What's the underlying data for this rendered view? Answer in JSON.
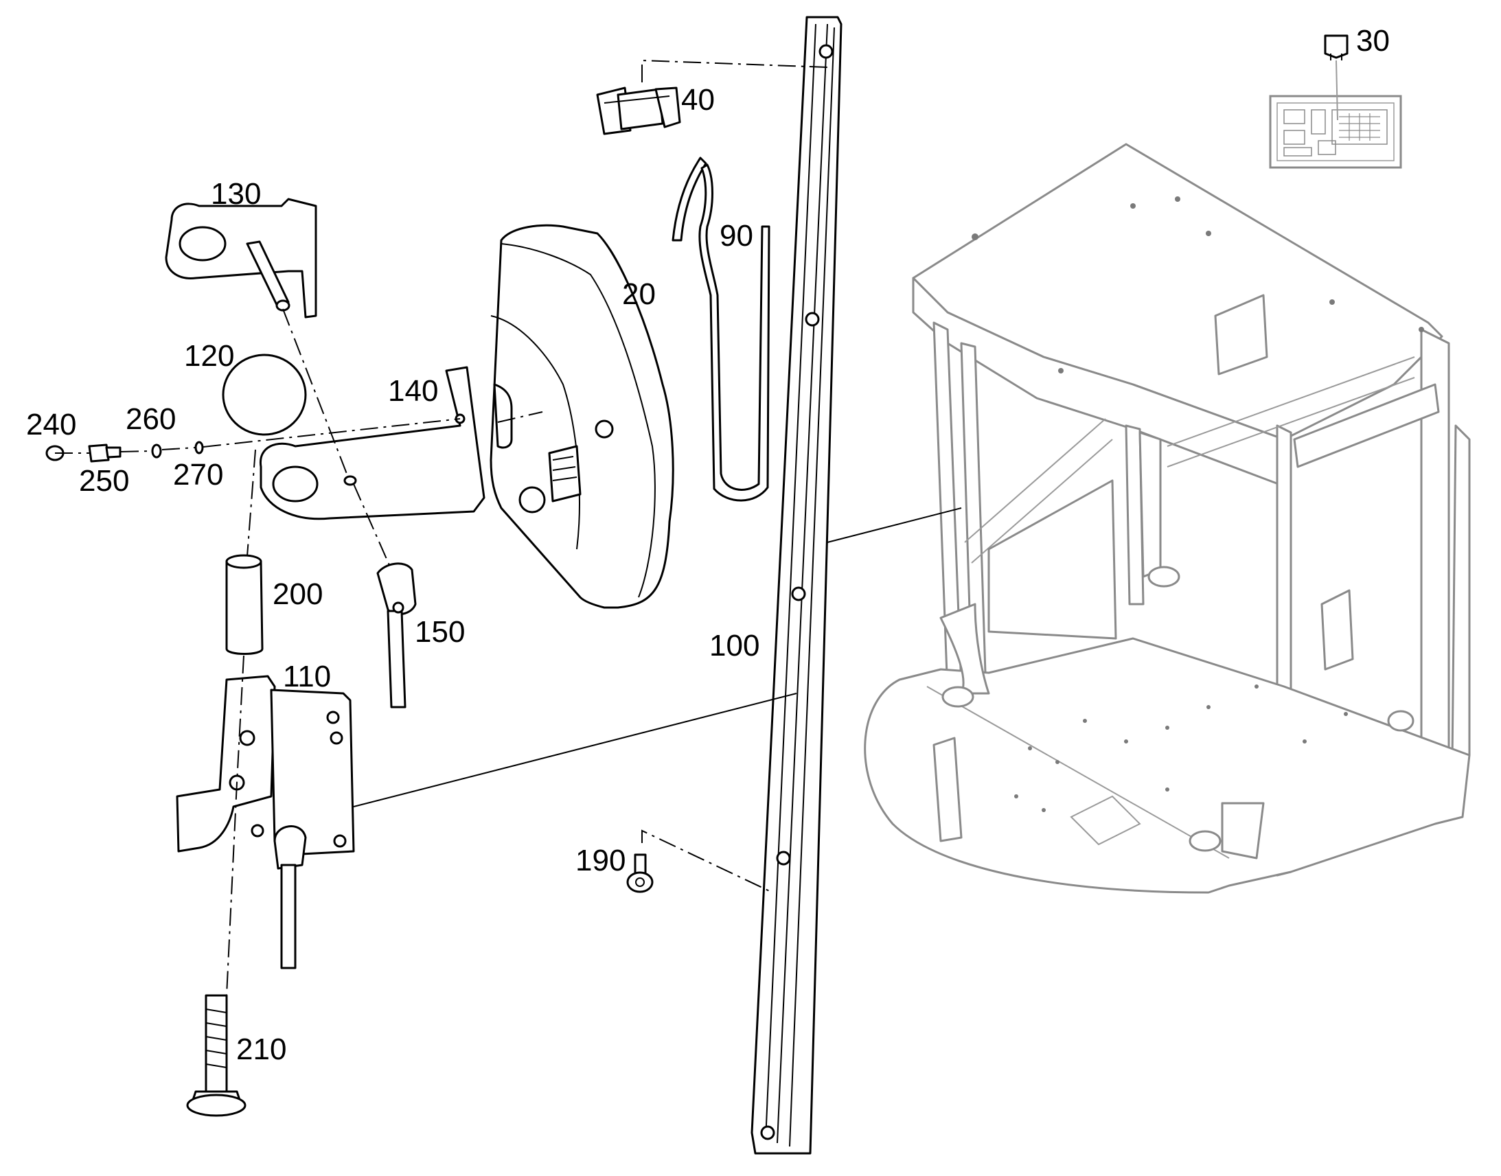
{
  "callouts": {
    "p20": "20",
    "p30": "30",
    "p40": "40",
    "p90": "90",
    "p100": "100",
    "p110": "110",
    "p120": "120",
    "p130": "130",
    "p140": "140",
    "p150": "150",
    "p190": "190",
    "p200": "200",
    "p210": "210",
    "p240": "240",
    "p250": "250",
    "p260": "260",
    "p270": "270"
  },
  "colors": {
    "line": "#000000",
    "cab_outline": "#8a8a8a",
    "background": "#ffffff"
  }
}
